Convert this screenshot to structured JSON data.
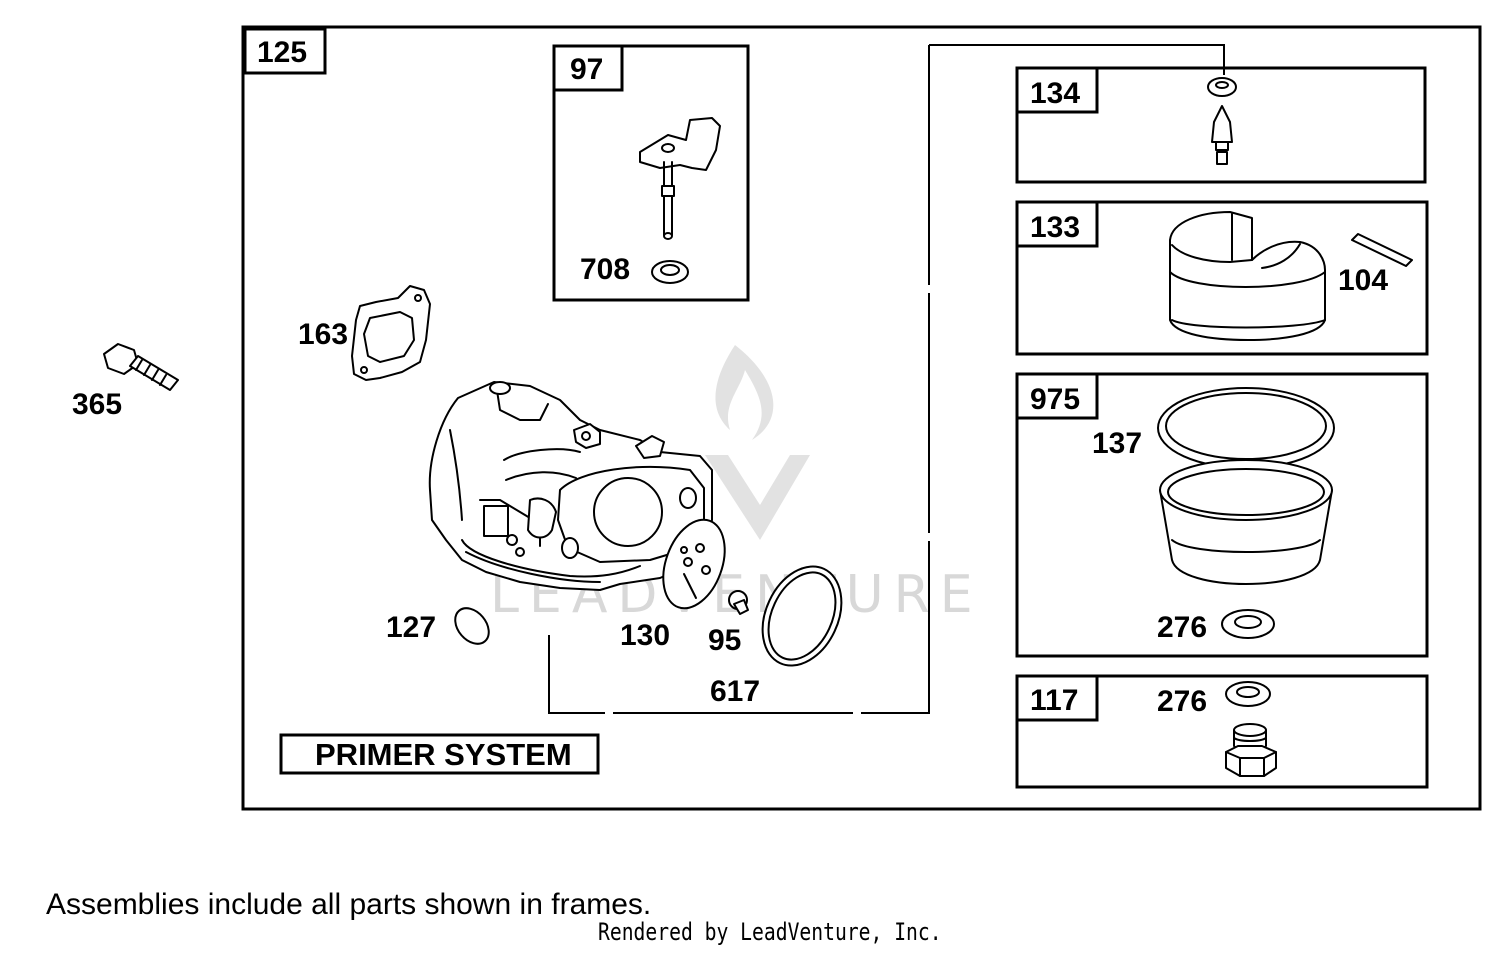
{
  "assemblies": {
    "main": "125",
    "primer_system": "PRIMER SYSTEM",
    "choke": "97",
    "needle": "134",
    "float": "133",
    "bowl": "975",
    "bowl_nut": "117"
  },
  "parts": {
    "p365": "365",
    "p163": "163",
    "p708": "708",
    "p104": "104",
    "p137": "137",
    "p276a": "276",
    "p276b": "276",
    "p127": "127",
    "p130": "130",
    "p95": "95",
    "p617": "617"
  },
  "watermark": "LEADVENTURE",
  "footnote": "Assemblies include all parts shown in frames.",
  "rendered_by": "Rendered by LeadVenture, Inc."
}
